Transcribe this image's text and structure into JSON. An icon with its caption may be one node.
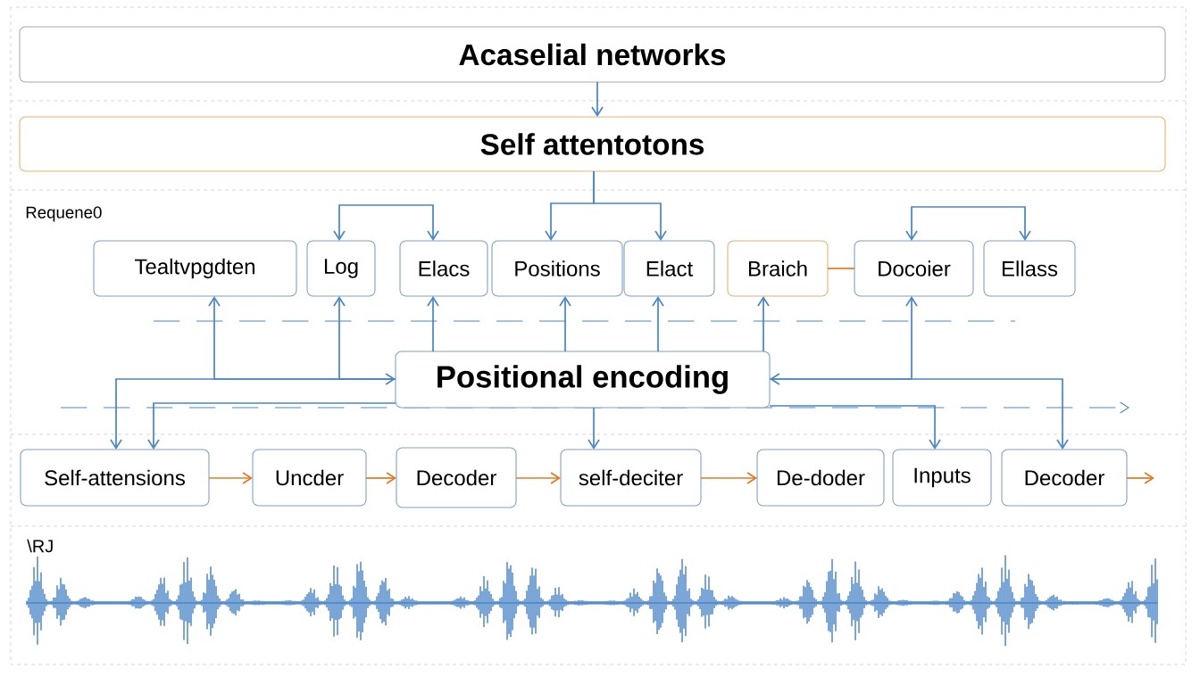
{
  "diagram": {
    "nodes": [
      {
        "text": [
          "Acaselial networks"
        ]
      },
      {
        "text": [
          "Self attentotons"
        ]
      },
      {
        "text": [
          "Tealtvpgdten"
        ]
      },
      {
        "text": [
          "Log"
        ]
      },
      {
        "text": [
          "Elacs"
        ]
      },
      {
        "text": [
          "Positions"
        ]
      },
      {
        "text": [
          "Elact"
        ]
      },
      {
        "text": [
          "Braich"
        ]
      },
      {
        "text": [
          "Docoier"
        ]
      },
      {
        "text": [
          "Ellass"
        ]
      },
      {
        "text": [
          "Positional encoding"
        ]
      },
      {
        "text": [
          "Self-attensions"
        ]
      },
      {
        "text": [
          "Uncder"
        ]
      },
      {
        "text": [
          "Decoder"
        ]
      },
      {
        "text": [
          "self-deciter"
        ]
      },
      {
        "text": [
          "De-doder"
        ]
      },
      {
        "text": [
          "Inputs"
        ]
      },
      {
        "text": [
          "Decoder"
        ]
      }
    ],
    "edges": [
      {
        "from": 0,
        "to": 1,
        "arrow": "to"
      },
      {
        "from": 1,
        "to": 5,
        "arrow": "to"
      },
      {
        "from": 1,
        "to": 6,
        "arrow": "to"
      },
      {
        "from": 3,
        "to": 4,
        "arrow": "both"
      },
      {
        "from": 8,
        "to": 9,
        "arrow": "both"
      },
      {
        "from": 7,
        "to": 8,
        "arrow": "none",
        "color": "#e07b22"
      },
      {
        "from": 10,
        "to": 2,
        "arrow": "to"
      },
      {
        "from": 10,
        "to": 3,
        "arrow": "to"
      },
      {
        "from": 11,
        "to": 10,
        "arrow": "both"
      },
      {
        "from": 10,
        "to": 11,
        "arrow": "to"
      },
      {
        "from": 10,
        "to": 4,
        "arrow": "to"
      },
      {
        "from": 10,
        "to": 5,
        "arrow": "to"
      },
      {
        "from": 10,
        "to": 6,
        "arrow": "to"
      },
      {
        "from": 10,
        "to": 7,
        "arrow": "to"
      },
      {
        "from": 10,
        "to": 8,
        "arrow": "to"
      },
      {
        "from": 10,
        "to": 17,
        "arrow": "both"
      },
      {
        "from": 10,
        "to": 14,
        "arrow": "to"
      },
      {
        "from": 10,
        "to": 16,
        "arrow": "to"
      },
      {
        "from": 11,
        "to": 12,
        "arrow": "to",
        "color": "#e07b22"
      },
      {
        "from": 12,
        "to": 13,
        "arrow": "to",
        "color": "#e07b22"
      },
      {
        "from": 13,
        "to": 14,
        "arrow": "to",
        "color": "#e07b22"
      },
      {
        "from": 14,
        "to": 15,
        "arrow": "to",
        "color": "#e07b22"
      },
      {
        "from": 17,
        "to": null,
        "arrow": "to",
        "color": "#e07b22"
      }
    ],
    "labels": [
      "Requene0",
      "\\RJ"
    ]
  }
}
